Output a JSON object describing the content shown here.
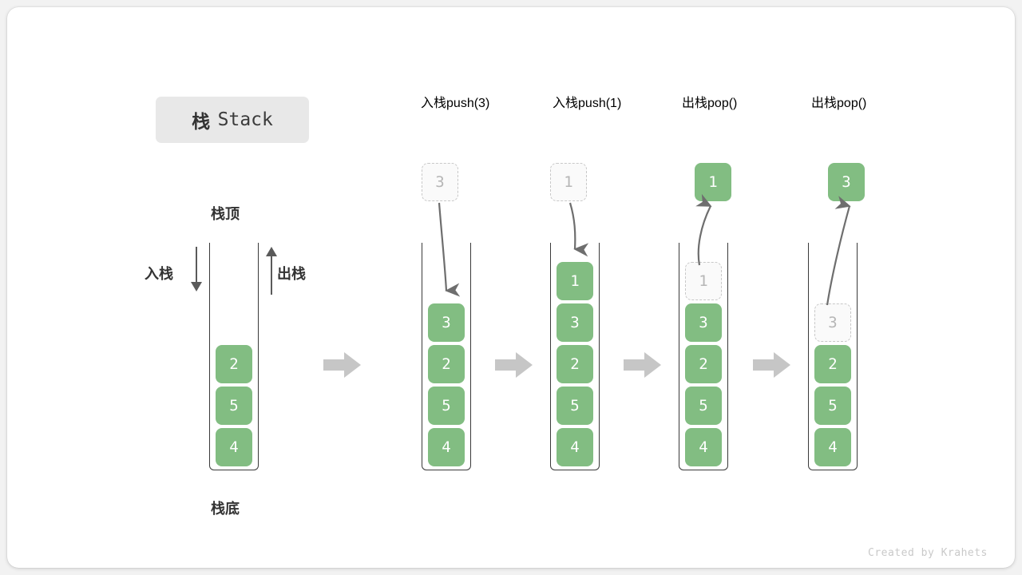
{
  "title": {
    "cn": "栈",
    "en": "Stack"
  },
  "labels": {
    "top": "栈顶",
    "bottom": "栈底",
    "push_side": "入栈",
    "pop_side": "出栈"
  },
  "credit": "Created by Krahets",
  "colors": {
    "element_fill": "#82bd82",
    "element_text": "#ffffff",
    "ghost_fill": "#fafafa",
    "ghost_border": "#c8c8c8",
    "ghost_text": "#b6b6b6",
    "accent_code": "#3f9a52",
    "frame": "#3a3a3a",
    "transition_arrow": "#c6c6c6",
    "motion_arrow": "#6e6e6e",
    "card": "#ffffff",
    "page_bg": "#f2f2f2",
    "chip_bg": "#e8e8e8"
  },
  "columns": [
    {
      "id": "initial",
      "header_cn": "",
      "header_code": "",
      "header_arg": "",
      "stack": [
        "2",
        "5",
        "4"
      ],
      "ghost_index": -1,
      "float_value": "",
      "float_kind": "none"
    },
    {
      "id": "push-3",
      "header_cn": "入栈",
      "header_code_pre": "push(",
      "header_arg": "3",
      "header_code_post": ")",
      "stack": [
        "3",
        "2",
        "5",
        "4"
      ],
      "ghost_index": -1,
      "float_value": "3",
      "float_kind": "ghost",
      "motion": "down"
    },
    {
      "id": "push-1",
      "header_cn": "入栈",
      "header_code_pre": "push(",
      "header_arg": "1",
      "header_code_post": ")",
      "stack": [
        "1",
        "3",
        "2",
        "5",
        "4"
      ],
      "ghost_index": -1,
      "float_value": "1",
      "float_kind": "ghost",
      "motion": "down"
    },
    {
      "id": "pop-1",
      "header_cn": "出栈",
      "header_code_pre": "pop(",
      "header_arg": "",
      "header_code_post": ")",
      "stack": [
        "1",
        "3",
        "2",
        "5",
        "4"
      ],
      "ghost_index": 0,
      "float_value": "1",
      "float_kind": "filled",
      "motion": "up"
    },
    {
      "id": "pop-3",
      "header_cn": "出栈",
      "header_code_pre": "pop(",
      "header_arg": "",
      "header_code_post": ")",
      "stack": [
        "3",
        "2",
        "5",
        "4"
      ],
      "ghost_index": 0,
      "float_value": "3",
      "float_kind": "filled",
      "motion": "up"
    }
  ]
}
